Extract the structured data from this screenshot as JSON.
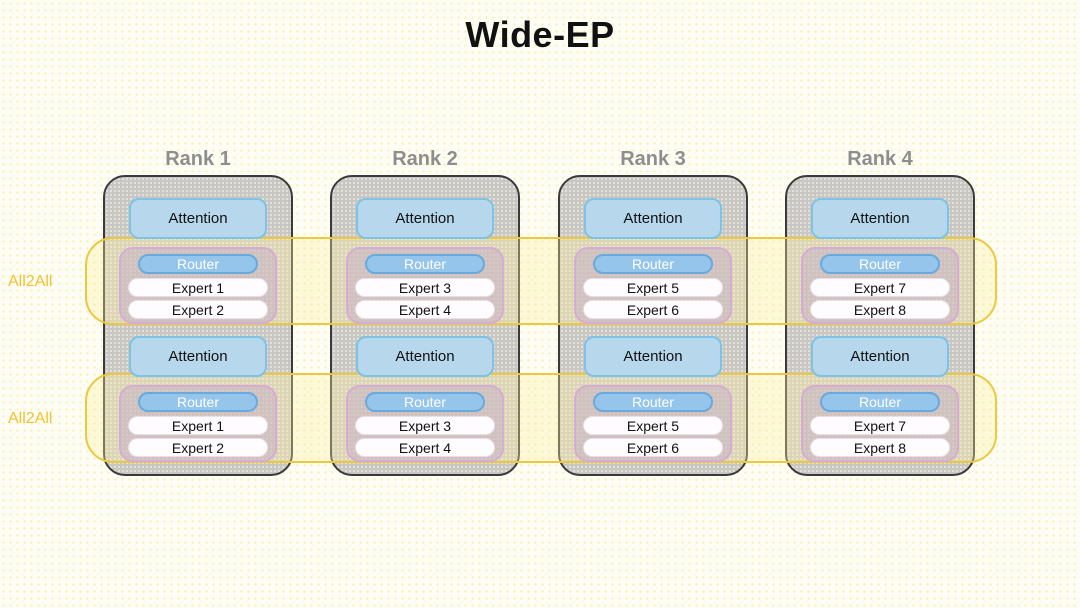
{
  "title": "Wide-EP",
  "colors": {
    "accent_yellow": "#ecc83e",
    "accent_yellow_text": "#f1c235",
    "rank_fill": "#c9c6c1",
    "rank_border": "#3a3a3a",
    "attention_fill": "#b7d8ec",
    "attention_border": "#7cc3e6",
    "router_fill": "#95c5eb",
    "router_border": "#68aade",
    "expert_group_border": "#d6abd8"
  },
  "diagram": {
    "bands": [
      {
        "label": "All2All"
      },
      {
        "label": "All2All"
      }
    ],
    "ranks": [
      {
        "label": "Rank 1",
        "layers": [
          {
            "attention_label": "Attention",
            "router_label": "Router",
            "experts": [
              "Expert 1",
              "Expert 2"
            ]
          },
          {
            "attention_label": "Attention",
            "router_label": "Router",
            "experts": [
              "Expert 1",
              "Expert 2"
            ]
          }
        ]
      },
      {
        "label": "Rank 2",
        "layers": [
          {
            "attention_label": "Attention",
            "router_label": "Router",
            "experts": [
              "Expert 3",
              "Expert 4"
            ]
          },
          {
            "attention_label": "Attention",
            "router_label": "Router",
            "experts": [
              "Expert 3",
              "Expert 4"
            ]
          }
        ]
      },
      {
        "label": "Rank 3",
        "layers": [
          {
            "attention_label": "Attention",
            "router_label": "Router",
            "experts": [
              "Expert 5",
              "Expert 6"
            ]
          },
          {
            "attention_label": "Attention",
            "router_label": "Router",
            "experts": [
              "Expert 5",
              "Expert 6"
            ]
          }
        ]
      },
      {
        "label": "Rank 4",
        "layers": [
          {
            "attention_label": "Attention",
            "router_label": "Router",
            "experts": [
              "Expert 7",
              "Expert 8"
            ]
          },
          {
            "attention_label": "Attention",
            "router_label": "Router",
            "experts": [
              "Expert 7",
              "Expert 8"
            ]
          }
        ]
      }
    ]
  }
}
